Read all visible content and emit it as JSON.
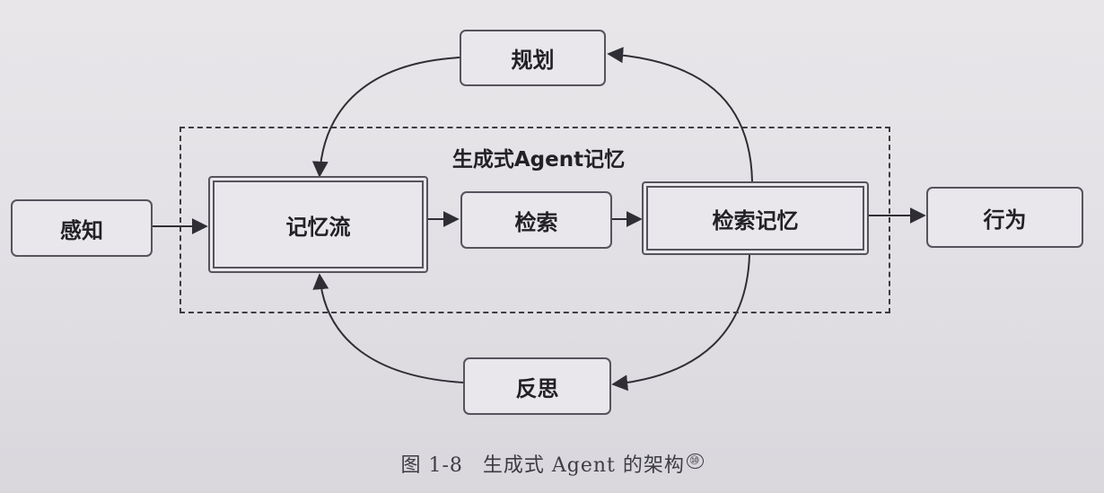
{
  "diagram": {
    "region_label": "生成式Agent记忆",
    "nodes": {
      "perceive": "感知",
      "memory_stream": "记忆流",
      "retrieve": "检索",
      "retrieved_memory": "检索记忆",
      "act": "行为",
      "plan": "规划",
      "reflect": "反思"
    }
  },
  "caption": {
    "figure_number": "图 1-8",
    "text": "生成式 Agent 的架构",
    "note_mark": "⑩"
  }
}
